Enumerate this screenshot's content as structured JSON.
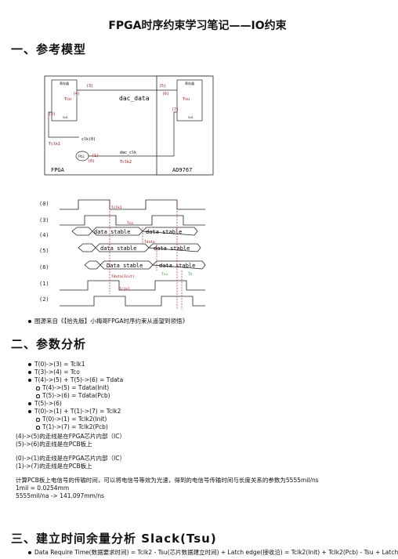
{
  "title": "FPGA时序约束学习笔记——IO约束",
  "sections": {
    "s1": "一、参考模型",
    "s2": "二、参数分析",
    "s3": "三、建立时间余量分析 Slack(Tsu)"
  },
  "diagram1": {
    "left_box_title": "寄存器",
    "right_box_title": "寄存器",
    "tco": "Tco",
    "tsu": "Tsu",
    "pin0": "(0)",
    "pin1": "(1)",
    "pin2": "(2)",
    "pin3": "(3)",
    "pin4": "(4)",
    "pin5": "(5)",
    "pin6": "(6)",
    "pin7": "(7)",
    "dac_data": "dac_data",
    "dac_clk": "dac_clk",
    "tclk1": "Tclk1",
    "tclk2": "Tclk2",
    "clk0": "clk(0)",
    "pll": "PLL",
    "fpga": "FPGA",
    "ad9767": "AD9767",
    "clr": "CLR"
  },
  "timing": {
    "rows": [
      "(0)",
      "(3)",
      "(4)",
      "(5)",
      "(6)",
      "(1)",
      "(2)"
    ],
    "data_stable": "data stable",
    "data_stable_b": "Data stable",
    "tclk1": "Tclk1",
    "tco": "Tco",
    "tdata": "Tdata",
    "tclk2": "Tclk2",
    "tdinit": "Tdata(Init)",
    "tsu": "Tsu",
    "th": "Th"
  },
  "source_note": "图源来自《【拾先版】小梅哥FPGA时序约束从遥望到领悟》",
  "params": {
    "items": [
      "T(0)->(3) = Tclk1",
      "T(3)->(4) = Tco",
      "T(4)->(5) + T(5)->(6) = Tdata",
      "T(5)->(6)",
      "T(0)->(1) + T(1)->(7) = Tclk2"
    ],
    "sub_a": [
      "T(4)->(5) = Tdata(Init)",
      "T(5)->(6) = Tdata(Pcb)"
    ],
    "sub_b": [
      "T(0)->(1) = Tclk2(Init)",
      "T(1)->(7) = Tclk2(Pcb)"
    ]
  },
  "notes": {
    "n1": "(4)->(5)的走线是在FPGA芯片内部（IC）",
    "n2": "(5)->(6)的走线是在PCB板上",
    "n3": "(0)->(1)的走线是在FPGA芯片内部（IC）",
    "n4": "(1)->(7)的走线是在PCB板上",
    "n5": "计算PCB板上电信号的传输时间，可以将电信号等效为光速，得到的电信号传输时间与长度关系的参数为5555mil/ns",
    "n6": "1mil = 0.0254mm",
    "n7": "5555mil/na -> 141.097mm/ns"
  },
  "slack_item": "Data Require Time(数据要求时间) = Tclk2 - Tsu(芯片数据建立时间) + Latch edge(接收沿) = Tclk2(Init) + Tclk2(Pcb) - Tsu + Latch"
}
